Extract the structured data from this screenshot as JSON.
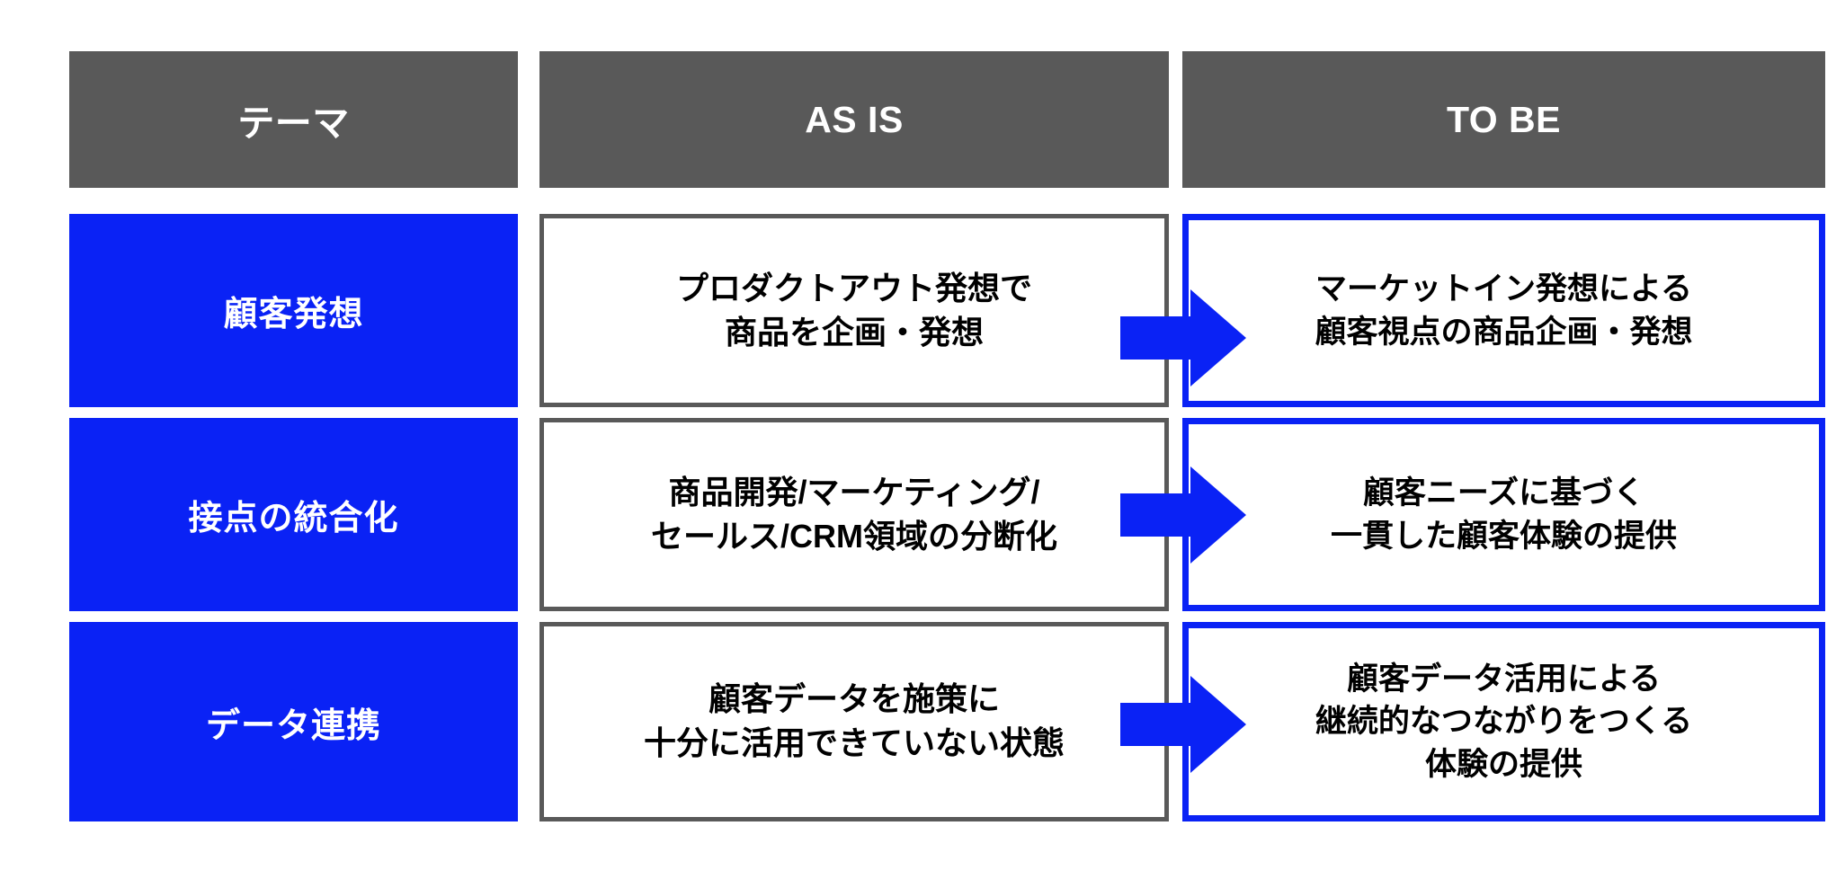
{
  "columns": {
    "theme_header": "テーマ",
    "asis_header": "AS IS",
    "tobe_header": "TO BE"
  },
  "colors": {
    "header_gray": "#595959",
    "theme_blue": "#0A22F5",
    "arrow_blue": "#0A22F5",
    "border_gray": "#595959",
    "text_black": "#000000",
    "text_white": "#FFFFFF",
    "background": "#FFFFFF"
  },
  "arrow_icon": "right-arrow-icon",
  "rows": [
    {
      "theme": "顧客発想",
      "asis": "プロダクトアウト発想で\n商品を企画・発想",
      "tobe": "マーケットイン発想による\n顧客視点の商品企画・発想"
    },
    {
      "theme": "接点の統合化",
      "asis": "商品開発/マーケティング/\nセールス/CRM領域の分断化",
      "tobe": "顧客ニーズに基づく\n一貫した顧客体験の提供"
    },
    {
      "theme": "データ連携",
      "asis": "顧客データを施策に\n十分に活用できていない状態",
      "tobe": "顧客データ活用による\n継続的なつながりをつくる\n体験の提供"
    }
  ]
}
